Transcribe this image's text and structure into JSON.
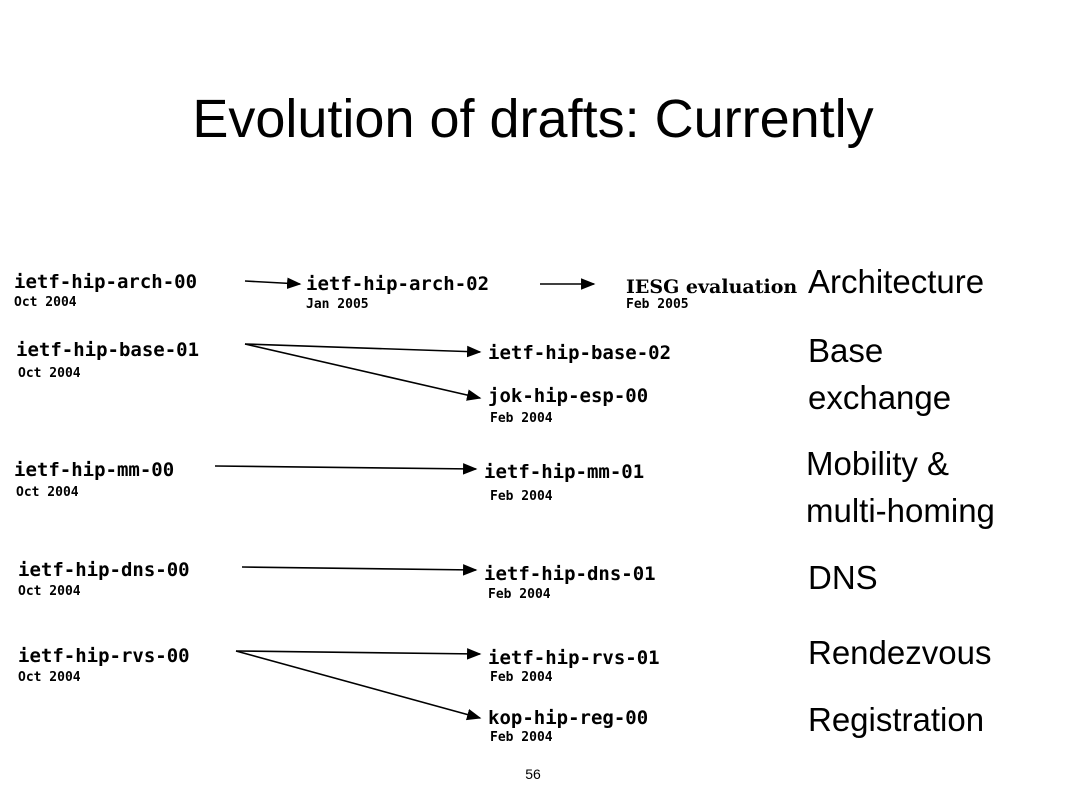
{
  "slide": {
    "title": "Evolution of drafts: Currently",
    "page_number": "56"
  },
  "rows": [
    {
      "category_lines": [
        "Architecture"
      ],
      "nodes": [
        {
          "name": "ietf-hip-arch-00",
          "date": "Oct 2004"
        },
        {
          "name": "ietf-hip-arch-02",
          "date": "Jan 2005"
        },
        {
          "name": "IESG evaluation",
          "date": "Feb 2005"
        }
      ]
    },
    {
      "category_lines": [
        "Base",
        "exchange"
      ],
      "nodes": [
        {
          "name": "ietf-hip-base-01",
          "date": "Oct 2004"
        },
        {
          "name": "ietf-hip-base-02",
          "date": ""
        },
        {
          "name": "jok-hip-esp-00",
          "date": "Feb 2004"
        }
      ]
    },
    {
      "category_lines": [
        "Mobility &",
        "multi-homing"
      ],
      "nodes": [
        {
          "name": "ietf-hip-mm-00",
          "date": "Oct 2004"
        },
        {
          "name": "ietf-hip-mm-01",
          "date": "Feb 2004"
        }
      ]
    },
    {
      "category_lines": [
        "DNS"
      ],
      "nodes": [
        {
          "name": "ietf-hip-dns-00",
          "date": "Oct 2004"
        },
        {
          "name": "ietf-hip-dns-01",
          "date": "Feb 2004"
        }
      ]
    },
    {
      "category_lines": [
        "Rendezvous",
        "Registration"
      ],
      "nodes": [
        {
          "name": "ietf-hip-rvs-00",
          "date": "Oct 2004"
        },
        {
          "name": "ietf-hip-rvs-01",
          "date": "Feb 2004"
        },
        {
          "name": "kop-hip-reg-00",
          "date": "Feb 2004"
        }
      ]
    }
  ]
}
